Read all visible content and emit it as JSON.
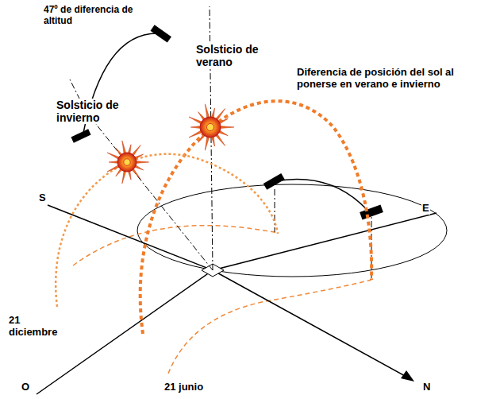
{
  "diagram": {
    "labels": [
      "47º de diferencia de altitud",
      "Solsticio de verano",
      "Diferencia de posición del sol al ponerse en verano e invierno",
      "Solsticio de invierno",
      "S",
      "E",
      "21 diciembre",
      "O",
      "21 junio",
      "N"
    ]
  }
}
